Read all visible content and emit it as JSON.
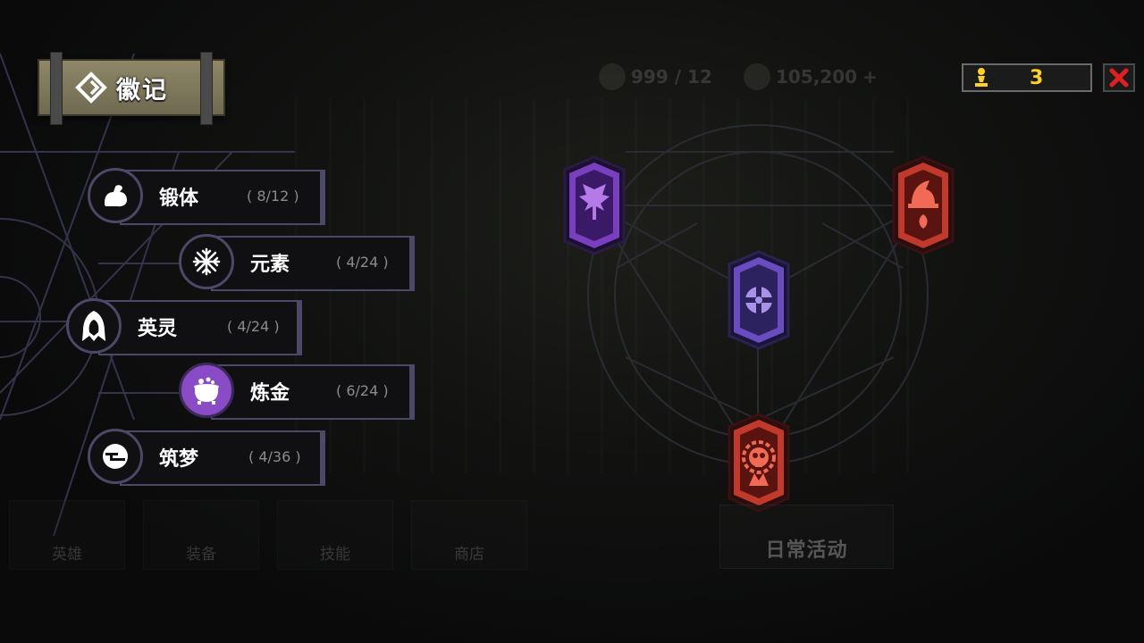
{
  "header": {
    "title": "徽记"
  },
  "counter": {
    "value": "3"
  },
  "background": {
    "keys": "999 / 12",
    "gold": "105,200",
    "tabs": [
      "英雄",
      "装备",
      "技能",
      "商店"
    ],
    "daily": "日常活动"
  },
  "categories": [
    {
      "name": "锻体",
      "count": "( 8/12 )",
      "icon": "muscle-icon"
    },
    {
      "name": "元素",
      "count": "( 4/24 )",
      "icon": "snowflake-icon"
    },
    {
      "name": "英灵",
      "count": "( 4/24 )",
      "icon": "hood-icon"
    },
    {
      "name": "炼金",
      "count": "( 6/24 )",
      "icon": "cauldron-icon"
    },
    {
      "name": "筑梦",
      "count": "( 4/36 )",
      "icon": "dream-icon"
    }
  ],
  "colors": {
    "purple": "#7a3fc0",
    "red": "#c0392b",
    "gold": "#ffd21f",
    "close": "#e02020"
  }
}
